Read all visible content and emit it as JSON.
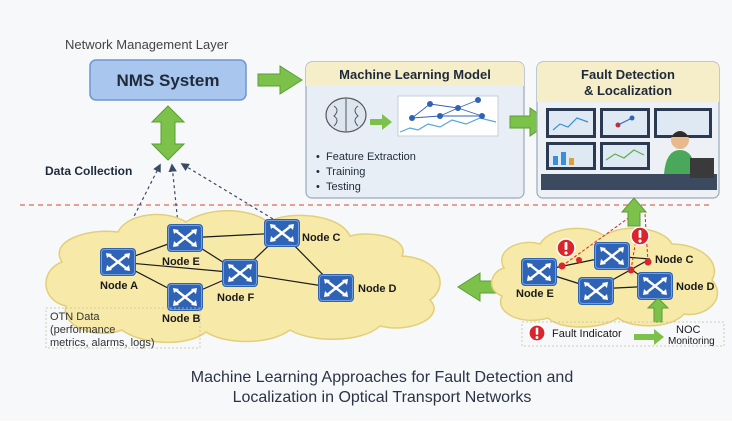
{
  "layer_label": "Network Management Layer",
  "nms": {
    "title": "NMS System"
  },
  "ml": {
    "title": "Machine Learning Model",
    "bullets": [
      "Feature Extraction",
      "Training",
      "Testing"
    ]
  },
  "fault": {
    "title_line1": "Fault Detection",
    "title_line2": "& Localization"
  },
  "data_collection": "Data Collection",
  "network": {
    "nodes": {
      "a": "Node A",
      "b": "Node B",
      "c": "Node C",
      "d": "Node D",
      "e": "Node E",
      "f": "Node F"
    }
  },
  "otn": {
    "line1": "OTN Data",
    "line2": "(performance",
    "line3": "metrics, alarms, logs)"
  },
  "fault_net": {
    "nodes": {
      "e": "Node E",
      "c": "Node C",
      "d": "Node D"
    },
    "fault_indicator": "Fault Indicator",
    "noc_line1": "NOC",
    "noc_line2": "Monitoring"
  },
  "caption": {
    "line1": "Machine Learning Approaches for Fault Detection and",
    "line2": "Localization in Optical Transport Networks"
  },
  "colors": {
    "node_blue": "#2f63b5",
    "cloud": "#f7e9a8",
    "arrow_green": "#7cc24a",
    "fault_red": "#d9262c",
    "nms_box": "#a9c7ee",
    "ml_box": "#e8eef5",
    "divider": "#e06a5a"
  }
}
